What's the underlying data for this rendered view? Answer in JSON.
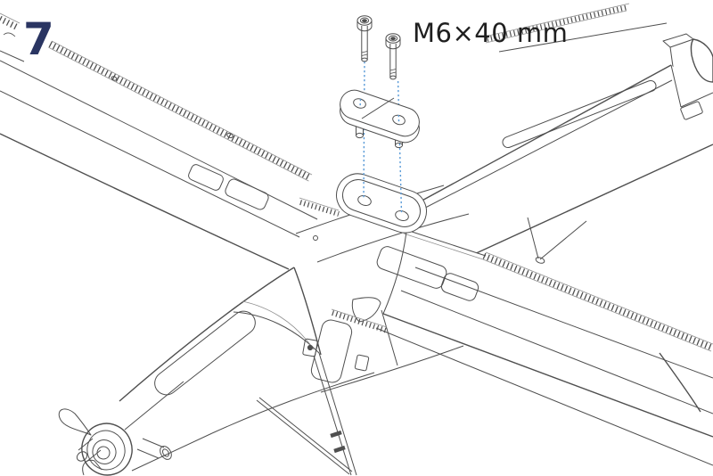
{
  "illustration": {
    "step_number": "7",
    "callout_label": "M6×40 mm"
  },
  "parts": {
    "screw_count": 2,
    "plate_hole_count": 2
  },
  "colors": {
    "step_number": "#2a3562",
    "callout_text": "#1f1f1f",
    "guide_line": "#5a9bd8",
    "line_art": "#4f4f4f",
    "background": "#ffffff"
  }
}
